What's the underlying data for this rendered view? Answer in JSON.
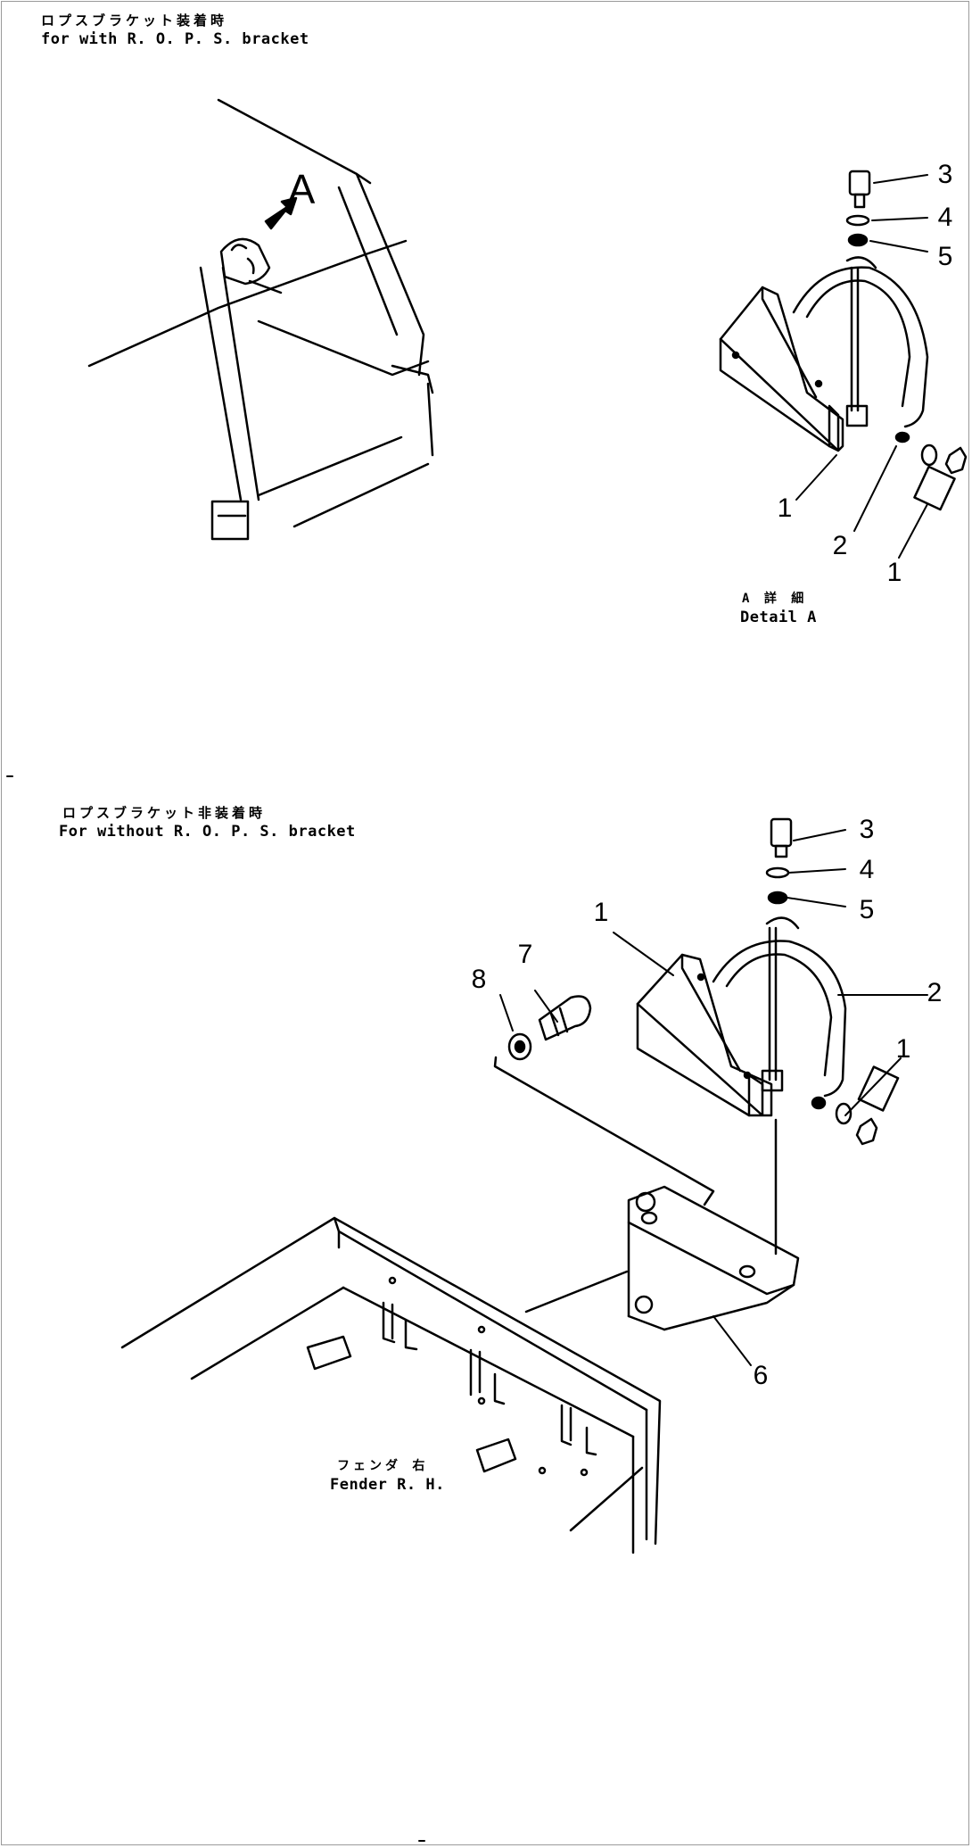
{
  "top_section": {
    "caption_jp": "ロプスブラケット装着時",
    "caption_en": "for with R. O. P. S. bracket",
    "view_letter": "A",
    "detail_caption_jp": "A 詳 細",
    "detail_caption_en": "Detail A",
    "callouts": [
      "3",
      "4",
      "5",
      "1",
      "2",
      "1"
    ]
  },
  "bottom_section": {
    "caption_jp": "ロプスブラケット非装着時",
    "caption_en": "For without R. O. P. S. bracket",
    "fender_caption_jp": "フェンダ 右",
    "fender_caption_en": "Fender R. H.",
    "callouts": [
      "3",
      "4",
      "5",
      "1",
      "2",
      "1",
      "7",
      "8",
      "6"
    ]
  }
}
